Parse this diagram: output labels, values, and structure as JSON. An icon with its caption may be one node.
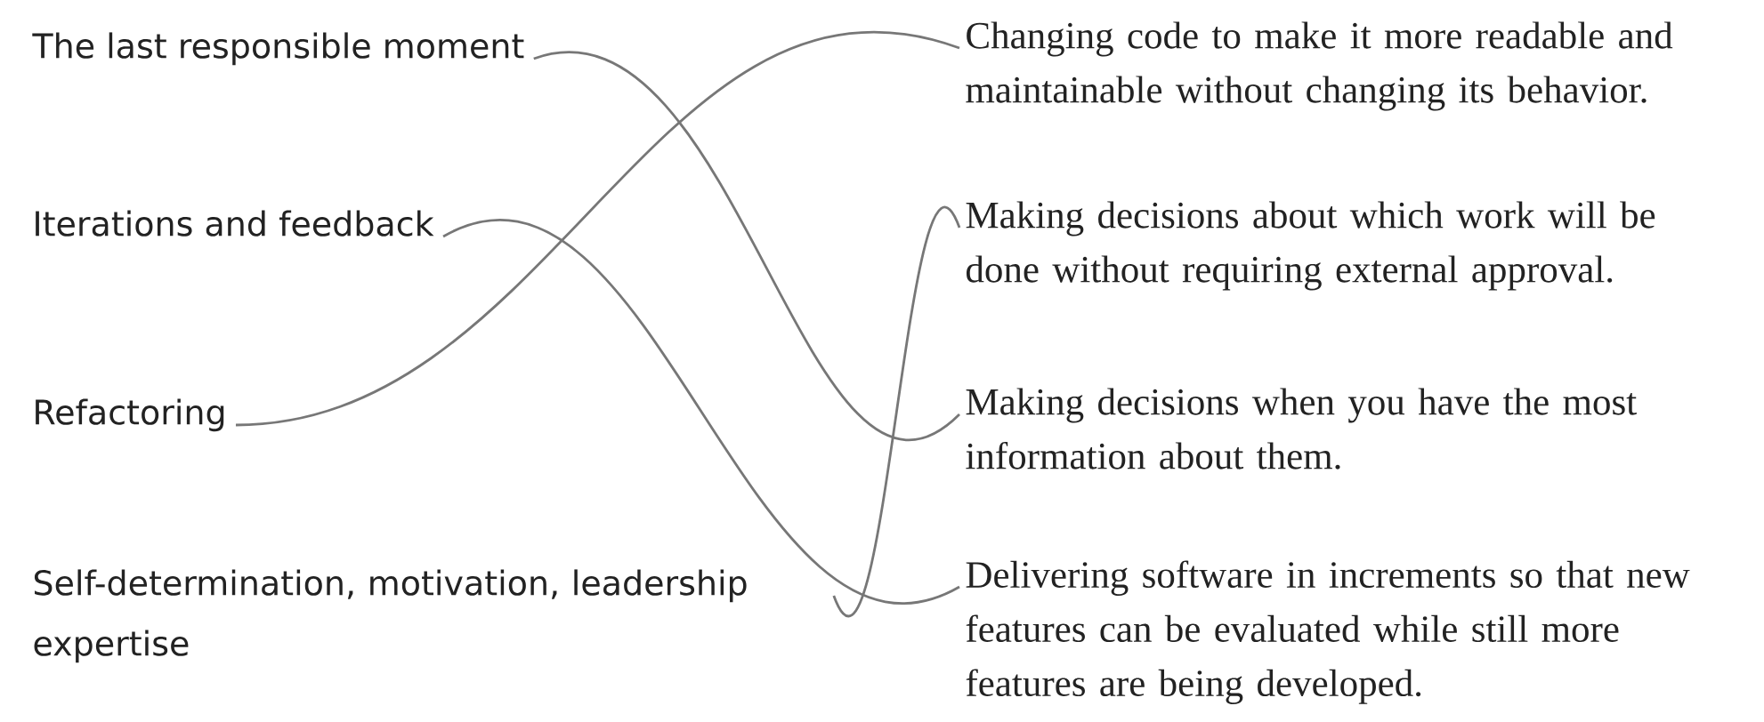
{
  "diagram": {
    "nodes": [
      {
        "text": [
          "The last responsible moment"
        ]
      },
      {
        "text": [
          "Iterations and feedback"
        ]
      },
      {
        "text": [
          "Refactoring"
        ]
      },
      {
        "text": [
          "Self-determination, motivation, leadership expertise"
        ]
      },
      {
        "text": [
          "Changing code to make it more readable and maintainable without changing its behavior."
        ]
      },
      {
        "text": [
          "Making decisions about which work will be done without requiring external approval."
        ]
      },
      {
        "text": [
          "Making decisions when you have the most information about them."
        ]
      },
      {
        "text": [
          "Delivering software in increments so that new features can be evaluated while still more features are being developed."
        ]
      }
    ],
    "edges": [
      {
        "from": 0,
        "to": 6,
        "arrow": "none"
      },
      {
        "from": 1,
        "to": 7,
        "arrow": "none"
      },
      {
        "from": 2,
        "to": 4,
        "arrow": "none"
      },
      {
        "from": 3,
        "to": 5,
        "arrow": "none"
      }
    ]
  }
}
